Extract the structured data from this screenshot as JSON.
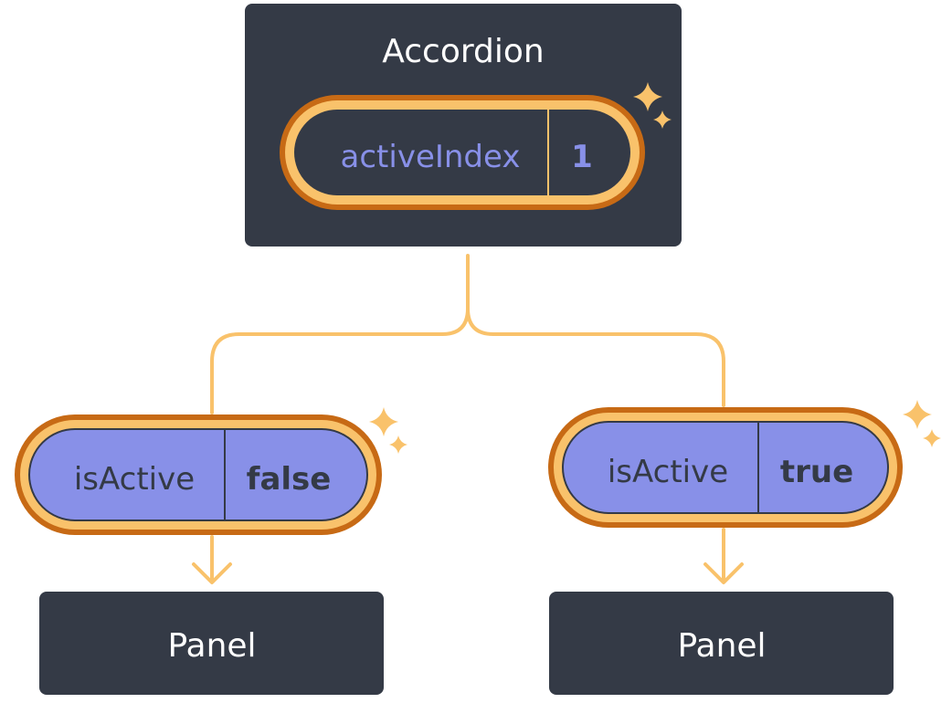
{
  "colors": {
    "node_bg": "#343A46",
    "node_text": "#FFFFFF",
    "connector": "#F9C26B",
    "sparkle": "#F9C26B",
    "pill_outer_ring": "#C76A15",
    "pill_inner_ring": "#F9C26B",
    "root_pill_fill": "#343A46",
    "root_pill_text": "#8890E8",
    "child_pill_fill": "#8890E8",
    "child_pill_text": "#343A46",
    "divider": "#F9C26B"
  },
  "root": {
    "title": "Accordion",
    "state": {
      "name": "activeIndex",
      "value": "1"
    }
  },
  "children": [
    {
      "prop": {
        "name": "isActive",
        "value": "false"
      },
      "component": "Panel"
    },
    {
      "prop": {
        "name": "isActive",
        "value": "true"
      },
      "component": "Panel"
    }
  ],
  "icons": [
    "sparkle-icon",
    "arrow-down-icon"
  ]
}
